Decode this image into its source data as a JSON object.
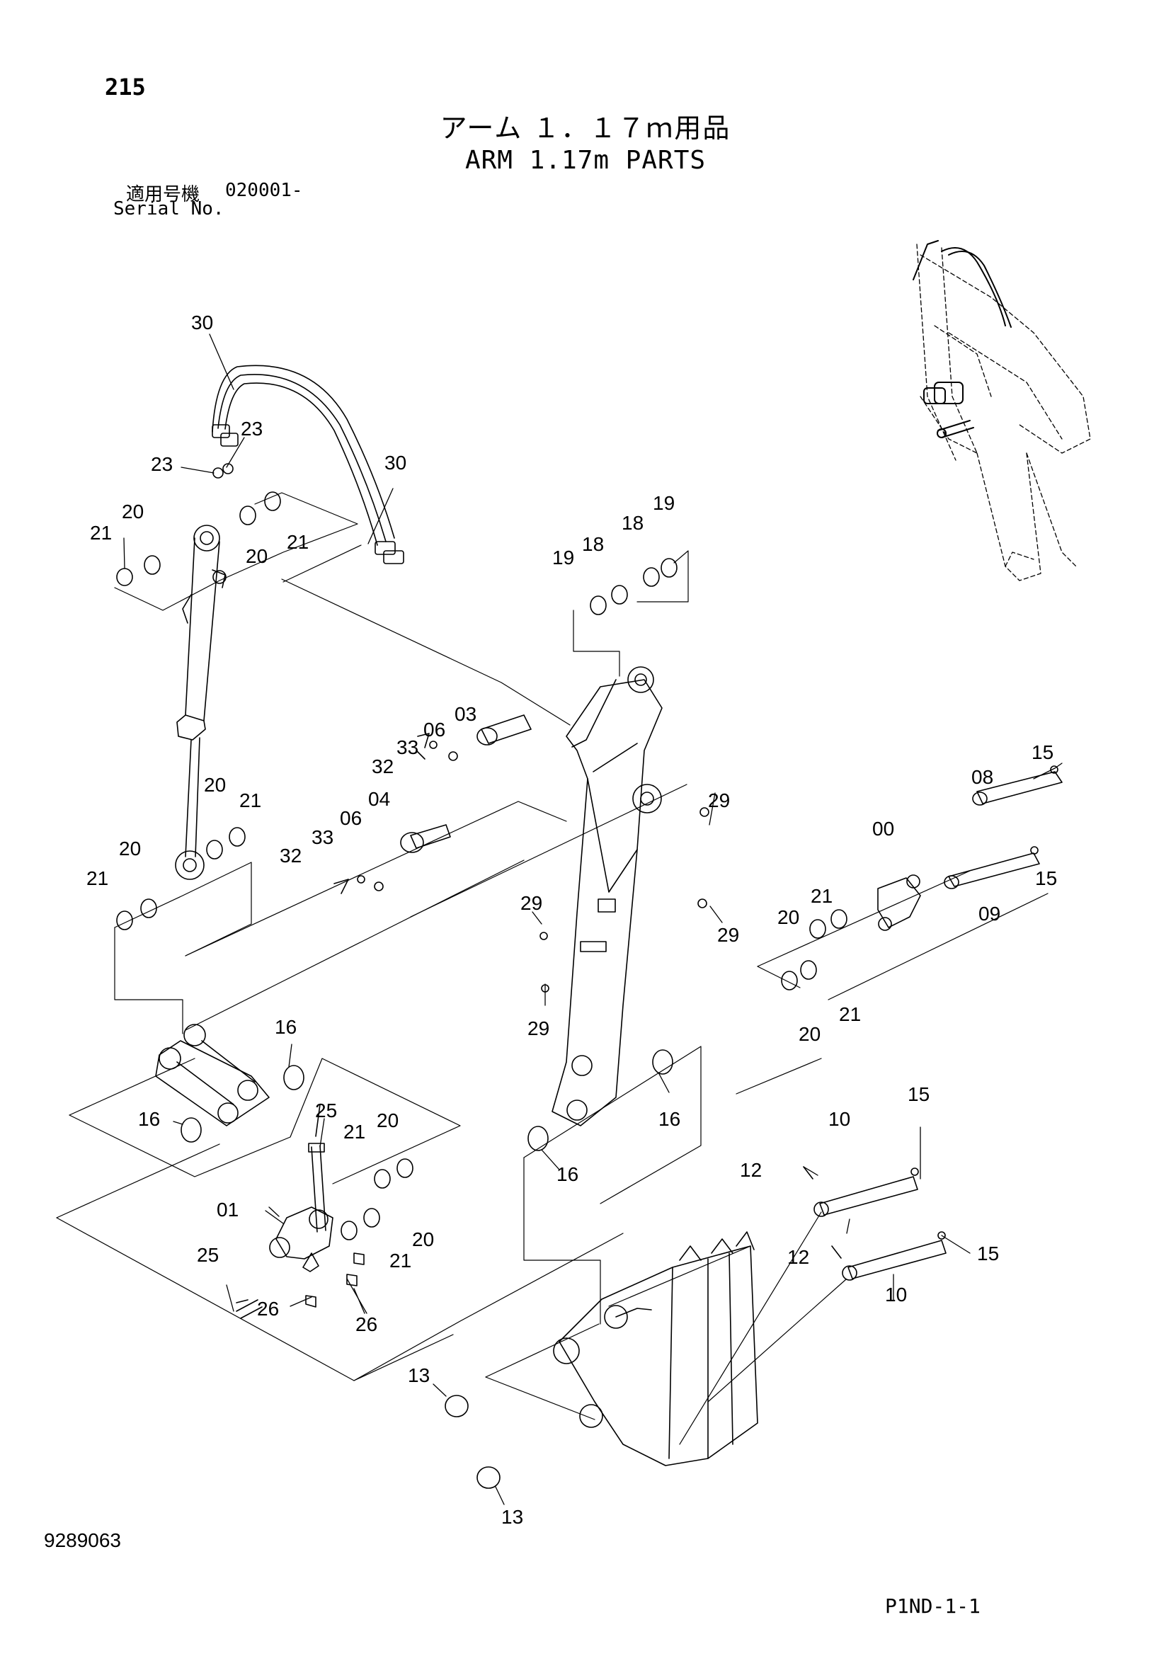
{
  "header": {
    "page_number": "215",
    "title_ja": "アーム １．１７ｍ用品",
    "title_en": "ARM 1.17m PARTS",
    "serial_label_ja": "適用号機",
    "serial_value": "020001-",
    "serial_label_en": "Serial No."
  },
  "footer": {
    "doc_number": "9289063",
    "sheet_ref": "P1ND-1-1"
  },
  "callouts": {
    "c30a": "30",
    "c30b": "30",
    "c23a": "23",
    "c23b": "23",
    "c20a": "20",
    "c21a": "21",
    "c20b": "20",
    "c21b": "21",
    "c20c": "20",
    "c21c": "21",
    "c20d": "20",
    "c21d": "21",
    "c19a": "19",
    "c18a": "18",
    "c18b": "18",
    "c19b": "19",
    "c03": "03",
    "c06a": "06",
    "c33a": "33",
    "c32a": "32",
    "c04": "04",
    "c06b": "06",
    "c33b": "33",
    "c32b": "32",
    "c29a": "29",
    "c29b": "29",
    "c29c": "29",
    "c29d": "29",
    "c15a": "15",
    "c08": "08",
    "c00": "00",
    "c15b": "15",
    "c09": "09",
    "c21e": "21",
    "c20e": "20",
    "c20f": "20",
    "c21f": "21",
    "c16a": "16",
    "c16b": "16",
    "c16c": "16",
    "c16d": "16",
    "c25a": "25",
    "c21g": "21",
    "c20g": "20",
    "c01": "01",
    "c20h": "20",
    "c21h": "21",
    "c25b": "25",
    "c26a": "26",
    "c26b": "26",
    "c10a": "10",
    "c15c": "15",
    "c12a": "12",
    "c12b": "12",
    "c15d": "15",
    "c10b": "10",
    "c13a": "13",
    "c13b": "13"
  }
}
